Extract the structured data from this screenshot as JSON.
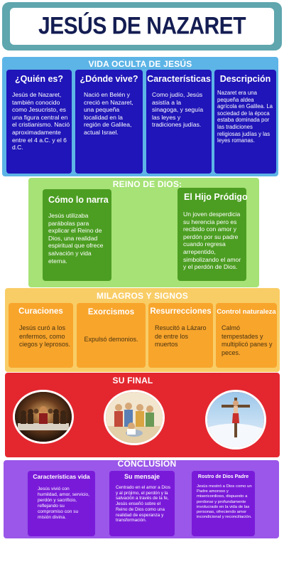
{
  "title": "JESÚS DE NAZARET",
  "vida_oculta": {
    "heading": "VIDA OCULTA DE JESÚS",
    "cards": [
      {
        "title": "¿Quién es?",
        "text": "Jesús de Nazaret, también conocido como Jesucristo, es una figura central en el cristianismo. Nació aproximadamente entre el 4 a.C. y el 6 d.C."
      },
      {
        "title": "¿Dónde vive?",
        "text": "Nació en Belén y creció en Nazaret, una pequeña localidad en la región de Galilea, actual Israel."
      },
      {
        "title": "Características",
        "text": "Como judío, Jesús asistía a la sinagoga, y seguía las leyes y tradiciones judías."
      },
      {
        "title": "Descripción",
        "text": "Nazaret era una pequeña aldea agrícola en Galilea. La sociedad de la época estaba dominada por las tradiciones religiosas judías y las leyes romanas."
      }
    ]
  },
  "reino": {
    "heading": "REINO DE DIOS:",
    "cards": [
      {
        "title": "Cómo lo narra",
        "text": "Jesús utilizaba parábolas para explicar el Reino de Dios, una realidad espiritual que ofrece salvación y vida eterna."
      },
      {
        "title": "El Hijo Pródigo",
        "text": "Un joven desperdicia su herencia pero es recibido con amor y perdón por su padre cuando regresa arrepentido, simbolizando el amor y el perdón de Dios."
      }
    ]
  },
  "milagros": {
    "heading": "MILAGROS Y SIGNOS",
    "cards": [
      {
        "title": "Curaciones",
        "text": "Jesús curó a los enfermos, como ciegos y leprosos."
      },
      {
        "title": "Exorcismos",
        "text": "Expulsó demonios."
      },
      {
        "title": "Resurrecciones",
        "text": "Resucitó a Lázaro de entre los muertos"
      },
      {
        "title": "Control naturaleza",
        "text": "Calmó tempestades y multiplicó panes y peces."
      }
    ]
  },
  "final": {
    "heading": "SU FINAL"
  },
  "conclusion": {
    "heading": "CONCLUSIÓN",
    "cards": [
      {
        "title": "Características vida",
        "text": "Jesús vivió con humildad, amor, servicio, perdón y sacrificio, reflejando su compromiso con su misión divina."
      },
      {
        "title": "Su mensaje",
        "text": "Centrado en el amor a Dios y al prójimo, el perdón y la salvación a través de la fe, Jesús enseñó sobre el Reino de Dios como una realidad de esperanza y transformación."
      },
      {
        "title": "Rostro de Dios Padre",
        "text": "Jesús mostró a Dios como un Padre amoroso y misericordioso, dispuesto a perdonar y profundamente involucrado en la vida de las personas, ofreciendo amor incondicional y reconciliación."
      }
    ]
  },
  "colors": {
    "title_frame": "#5fa6ae",
    "title_text": "#141d52",
    "section1": "#5db4e6",
    "card_blue": "#1f15b8",
    "section2": "#a6e276",
    "card_green": "#4c9e22",
    "section3": "#f9cd66",
    "card_orange": "#f8a52c",
    "section4": "#e4272f",
    "section5": "#9a57e9",
    "card_purple": "#7a1ad9"
  }
}
